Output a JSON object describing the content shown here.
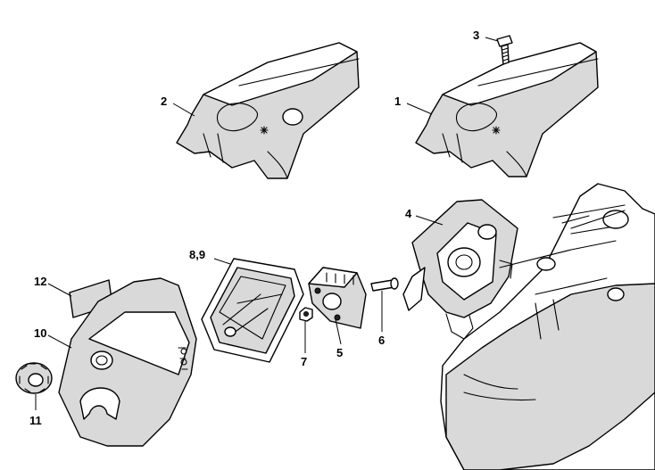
{
  "callouts": [
    {
      "id": "1",
      "text": "1"
    },
    {
      "id": "2",
      "text": "2"
    },
    {
      "id": "3",
      "text": "3"
    },
    {
      "id": "4",
      "text": "4"
    },
    {
      "id": "5",
      "text": "5"
    },
    {
      "id": "6",
      "text": "6"
    },
    {
      "id": "7",
      "text": "7"
    },
    {
      "id": "8,9",
      "text": "8,9"
    },
    {
      "id": "10",
      "text": "10"
    },
    {
      "id": "11",
      "text": "11"
    },
    {
      "id": "12",
      "text": "12"
    }
  ]
}
